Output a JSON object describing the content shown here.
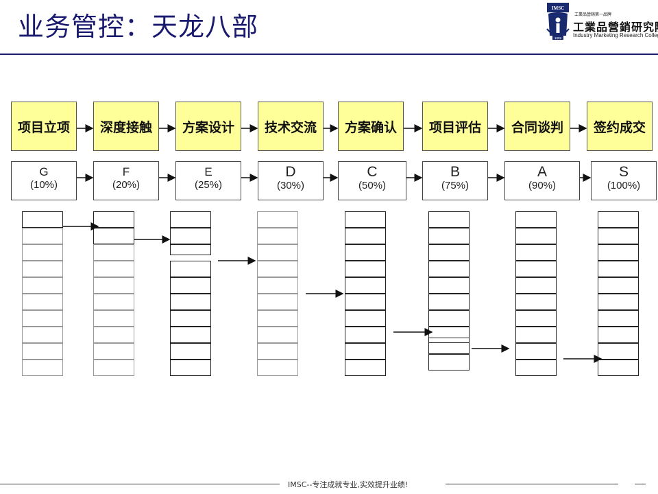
{
  "header": {
    "title": "业务管控：天龙八部"
  },
  "logo": {
    "badge": "IMSC",
    "year": "1999",
    "tagline": "工業品營銷第一品牌",
    "name_cn": "工業品營銷研究院",
    "name_en": "Industry Marketing Research College"
  },
  "stages": [
    {
      "label": "项目立项",
      "grade": "G",
      "percent": "(10%)"
    },
    {
      "label": "深度接触",
      "grade": "F",
      "percent": "(20%)"
    },
    {
      "label": "方案设计",
      "grade": "E",
      "percent": "(25%)"
    },
    {
      "label": "技术交流",
      "grade": "D",
      "percent": "(30%)"
    },
    {
      "label": "方案确认",
      "grade": "C",
      "percent": "(50%)"
    },
    {
      "label": "项目评估",
      "grade": "B",
      "percent": "(75%)"
    },
    {
      "label": "合同谈判",
      "grade": "A",
      "percent": "(90%)"
    },
    {
      "label": "签约成交",
      "grade": "S",
      "percent": "(100%)"
    }
  ],
  "footer": {
    "slogan": "IMSC--专注成就专业,实效提升业绩!"
  }
}
